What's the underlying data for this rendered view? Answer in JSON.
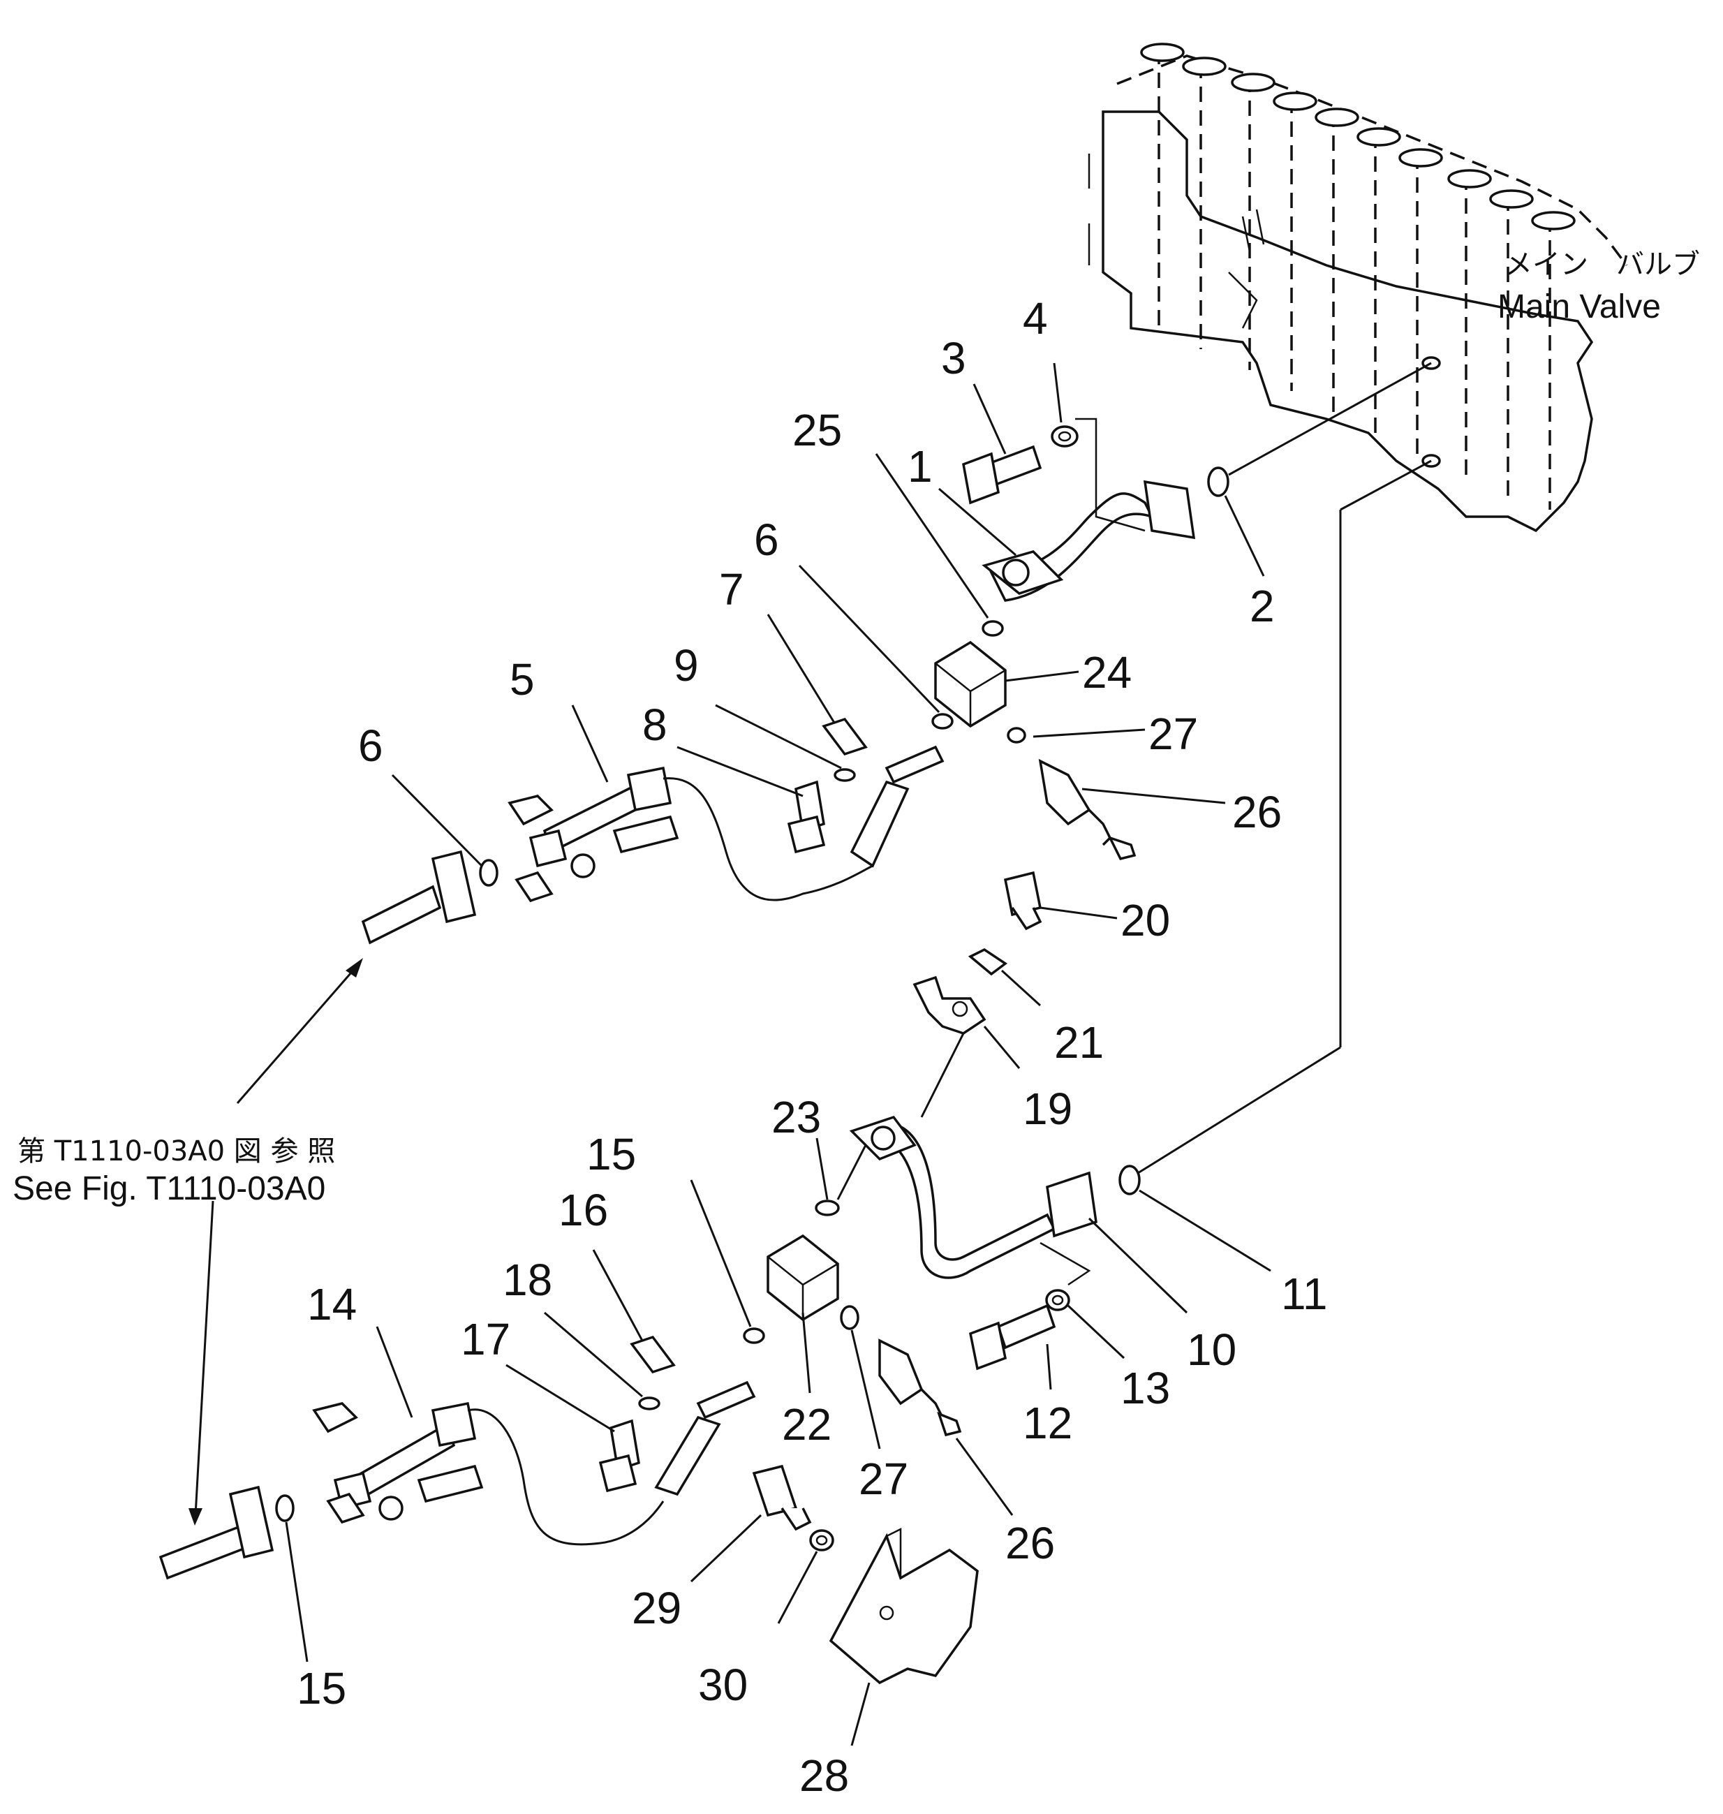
{
  "main_valve": {
    "label_jp": "メイン　バルブ",
    "label_en": "Main  Valve"
  },
  "reference": {
    "label_jp": "第 T1110-03A0 図 参 照",
    "label_en": "See Fig. T1110-03A0"
  },
  "callouts": {
    "c1": "1",
    "c2": "2",
    "c3": "3",
    "c4": "4",
    "c5": "5",
    "c6a": "6",
    "c6b": "6",
    "c7": "7",
    "c8": "8",
    "c9": "9",
    "c10": "10",
    "c11": "11",
    "c12": "12",
    "c13": "13",
    "c14": "14",
    "c15a": "15",
    "c15b": "15",
    "c16": "16",
    "c17": "17",
    "c18": "18",
    "c19": "19",
    "c20": "20",
    "c21": "21",
    "c22": "22",
    "c23": "23",
    "c24": "24",
    "c25": "25",
    "c26a": "26",
    "c26b": "26",
    "c27a": "27",
    "c27b": "27",
    "c28": "28",
    "c29": "29",
    "c30": "30"
  }
}
